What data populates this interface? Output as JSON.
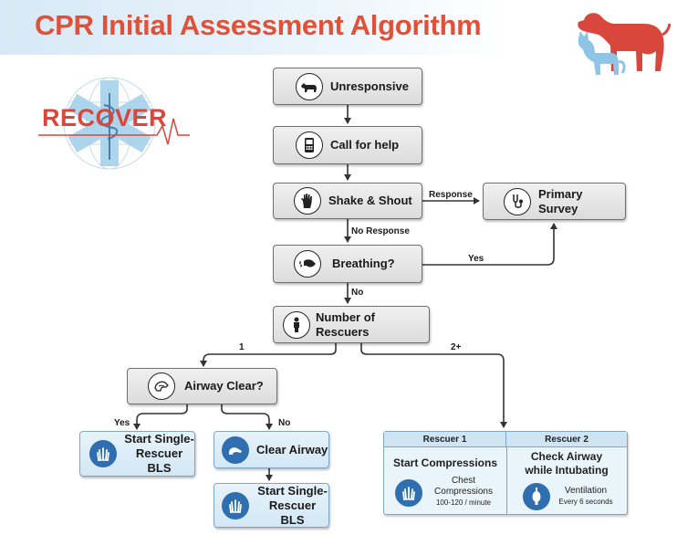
{
  "header": {
    "title": "CPR Initial Assessment Algorithm",
    "logo_text": "RECOVER"
  },
  "nodes": {
    "unresponsive": "Unresponsive",
    "call_for_help": "Call for help",
    "shake_shout": "Shake & Shout",
    "primary_survey": "Primary Survey",
    "breathing": "Breathing?",
    "number_of_rescuers": "Number of Rescuers",
    "airway_clear": "Airway Clear?",
    "start_single_bls_1": "Start Single-Rescuer BLS",
    "clear_airway": "Clear Airway",
    "start_single_bls_2": "Start Single-Rescuer BLS"
  },
  "edge_labels": {
    "response": "Response",
    "no_response": "No Response",
    "yes_breathing": "Yes",
    "no_breathing": "No",
    "one": "1",
    "two_plus": "2+",
    "yes_airway": "Yes",
    "no_airway": "No"
  },
  "rescuers_panel": {
    "rescuer1": {
      "header": "Rescuer 1",
      "task": "Start Compressions",
      "detail_line1": "Chest",
      "detail_line2": "Compressions",
      "rate": "100-120 / minute"
    },
    "rescuer2": {
      "header": "Rescuer 2",
      "task_line1": "Check Airway",
      "task_line2": "while Intubating",
      "detail": "Ventilation",
      "rate": "Every 6 seconds"
    }
  },
  "icons": {
    "unresponsive": "lying-dog-icon",
    "call_for_help": "phone-icon",
    "shake_shout": "hand-icon",
    "primary_survey": "stethoscope-icon",
    "breathing": "breathing-dog-icon",
    "number_of_rescuers": "person-icon",
    "airway_clear": "airway-icon",
    "bls": "compression-hands-icon",
    "clear_airway": "suction-icon",
    "ventilation": "ambu-bag-icon"
  },
  "colors": {
    "title": "#e0513a",
    "logo": "#d9463c",
    "star_of_life": "#9fd0ea",
    "dog": "#d9463c",
    "cat": "#8ec5e6",
    "blue_box": "#d2e7f5",
    "gray_box": "#dcdcdc"
  }
}
